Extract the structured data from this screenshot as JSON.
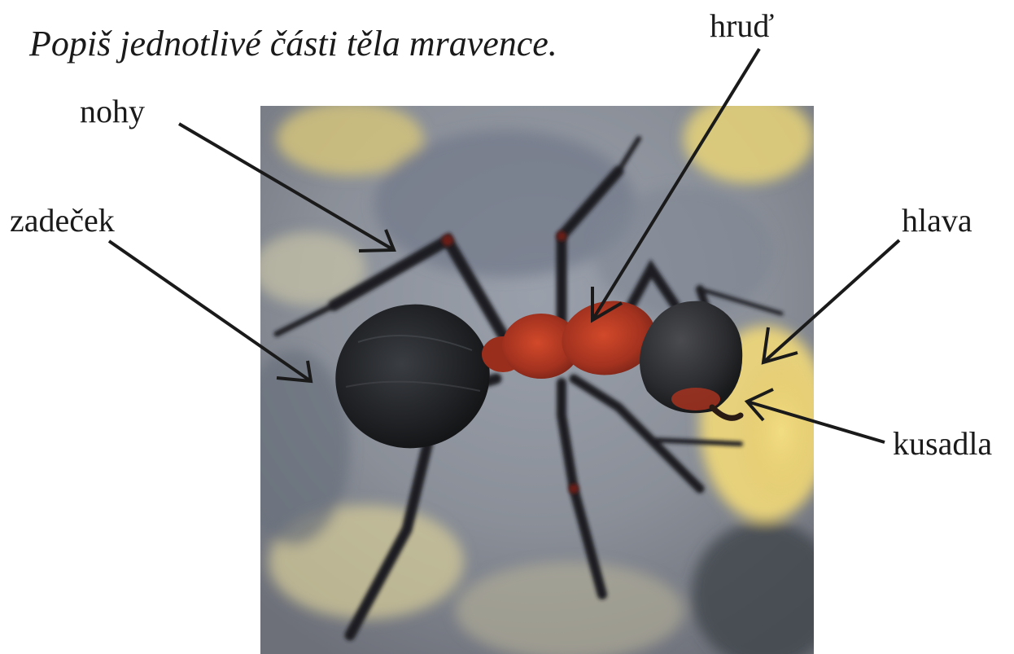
{
  "title": "Popiš jednotlivé části těla mravence.",
  "labels": {
    "nohy": "nohy",
    "zadecek": "zadeček",
    "hrud": "hruď",
    "hlava": "hlava",
    "kusadla": "kusadla"
  },
  "photo": {
    "subject": "ant-photo",
    "colors": {
      "ant_body_black": "#1e1f22",
      "ant_thorax_red": "#a3321f",
      "background_gray": "#8e96a3",
      "background_yellow": "#e6cd6a",
      "arrow": "#1a1a1a"
    }
  }
}
